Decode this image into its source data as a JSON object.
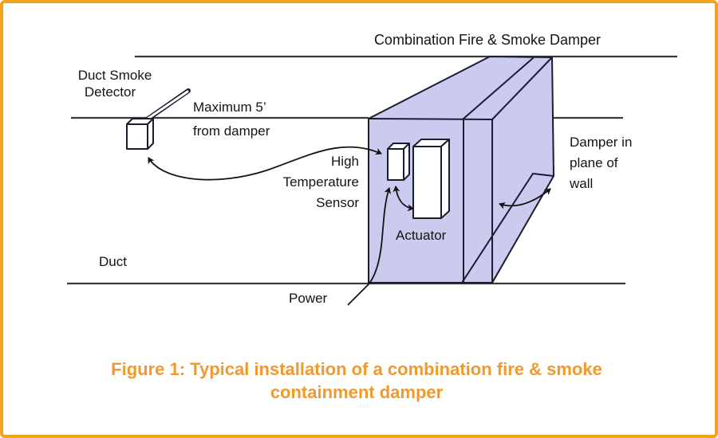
{
  "figure": {
    "top_title": "Combination Fire & Smoke Damper",
    "caption_line1": "Figure 1: Typical installation of a combination fire & smoke",
    "caption_line2": "containment damper"
  },
  "labels": {
    "detector_line1": "Duct Smoke",
    "detector_line2": "Detector",
    "max_distance_line1": "Maximum 5’",
    "max_distance_line2": "from damper",
    "high_temp_line1": "High",
    "high_temp_line2": "Temperature",
    "high_temp_line3": "Sensor",
    "actuator": "Actuator",
    "damper_wall_line1": "Damper in",
    "damper_wall_line2": "plane of",
    "damper_wall_line3": "wall",
    "duct": "Duct",
    "power": "Power"
  },
  "colors": {
    "border_orange": "#F5A11C",
    "caption_orange": "#F2992D",
    "damper_fill": "#CBCBF0",
    "component_fill": "#FFFFFF",
    "line_dark": "#1C1C30",
    "duct_line": "#3A3A3A",
    "text": "#141414"
  }
}
